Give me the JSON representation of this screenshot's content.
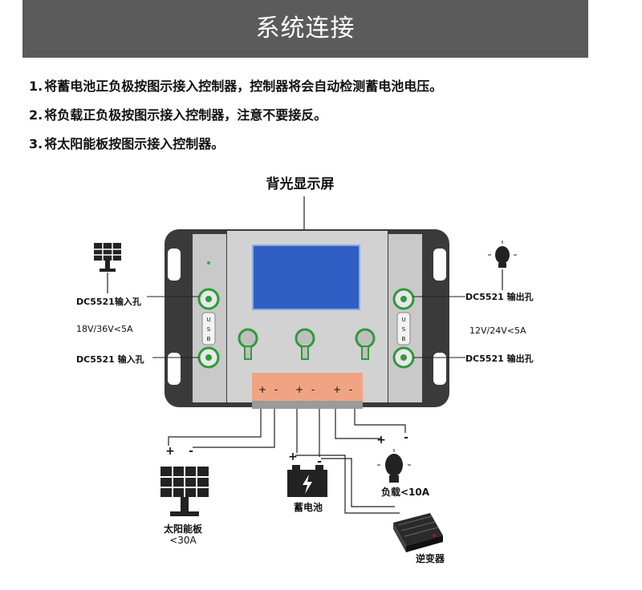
{
  "header": {
    "title": "系统连接"
  },
  "steps": [
    {
      "num": "1.",
      "text": "将蓄电池正负极按图示接入控制器，控制器将会自动检测蓄电池电压。"
    },
    {
      "num": "2.",
      "text": "将负载正负极按图示接入控制器，注意不要接反。"
    },
    {
      "num": "3.",
      "text": "将太阳能板按图示接入控制器。"
    }
  ],
  "diagram": {
    "backlight_label": "背光显示屏",
    "left_top_port": "DC5521输入孔",
    "left_spec": "18V/36V<5A",
    "left_bottom_port": "DC5521 输入孔",
    "right_top_port": "DC5521 输出孔",
    "right_spec": "12V/24V<5A",
    "right_bottom_port": "DC5521 输出孔",
    "usb_text": [
      "U",
      "S",
      "B"
    ],
    "terminal_signs": [
      "+",
      "-",
      "+",
      "-",
      "+",
      "-"
    ],
    "solar_sign_plus": "+",
    "solar_sign_minus": "-",
    "solar_label_1": "太阳能板",
    "solar_label_2": "<30A",
    "battery_sign_plus": "+",
    "battery_sign_minus": "-",
    "battery_label": "蓄电池",
    "load_sign_plus": "+",
    "load_sign_minus": "-",
    "load_label": "负载<10A",
    "inverter_label": "逆变器"
  },
  "colors": {
    "header_bg": "#5b5b5b",
    "screen": "#2f5fc4",
    "port_green": "#2f9a3a",
    "terminal": "#f0a483",
    "body": "#dcdcdc",
    "body_dark": "#3a3a3a"
  }
}
